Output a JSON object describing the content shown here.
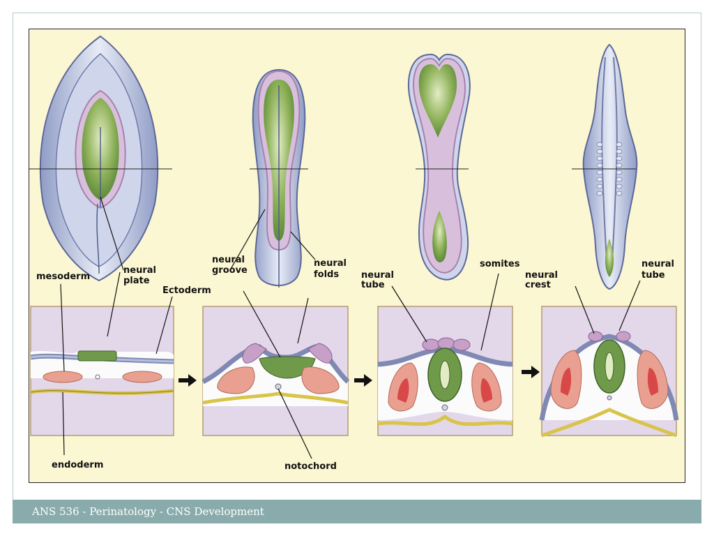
{
  "footer": {
    "text": "ANS 536 - Perinatology -  CNS Development"
  },
  "figure": {
    "labels": {
      "mesoderm": "mesoderm",
      "neural_plate_1": "neural",
      "neural_plate_2": "plate",
      "ectoderm": "Ectoderm",
      "neural_groove_1": "neural",
      "neural_groove_2": "groove",
      "neural_folds_1": "neural",
      "neural_folds_2": "folds",
      "neural_tube_a_1": "neural",
      "neural_tube_a_2": "tube",
      "somites": "somites",
      "neural_crest_1": "neural",
      "neural_crest_2": "crest",
      "neural_tube_b_1": "neural",
      "neural_tube_b_2": "tube",
      "endoderm": "endoderm",
      "notochord": "notochord"
    },
    "colors": {
      "background": "#fbf7d2",
      "neural_plate": "#6f9a4a",
      "ectoderm": "#9aa8cc",
      "mesoderm": "#e9a090",
      "crest": "#c7a0c8",
      "endoderm": "#d8c44a",
      "panel": "#e3d7ea"
    }
  }
}
